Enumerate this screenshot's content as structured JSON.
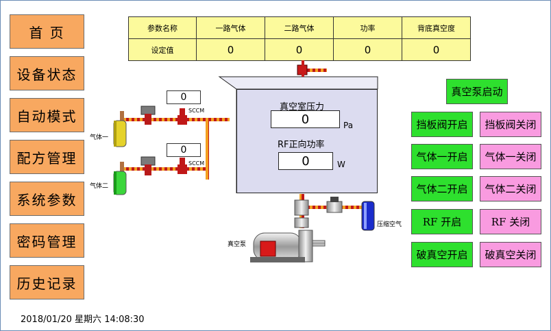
{
  "nav": {
    "items": [
      {
        "label": "首  页"
      },
      {
        "label": "设备状态"
      },
      {
        "label": "自动模式"
      },
      {
        "label": "配方管理"
      },
      {
        "label": "系统参数"
      },
      {
        "label": "密码管理"
      },
      {
        "label": "历史记录"
      }
    ]
  },
  "status": {
    "datetime": "2018/01/20 星期六 14:08:30"
  },
  "params_table": {
    "header": [
      "参数名称",
      "一路气体",
      "二路气体",
      "功率",
      "背底真空度"
    ],
    "row_label": "设定值",
    "values": [
      "0",
      "0",
      "0",
      "0"
    ]
  },
  "chamber": {
    "pressure_label": "真空室压力",
    "pressure_value": "0",
    "pressure_unit": "Pa",
    "rf_label": "RF正向功率",
    "rf_value": "0",
    "rf_unit": "W"
  },
  "gas_lines": {
    "gas1_label": "气体一",
    "gas2_label": "气体二",
    "gas1_flow": "0",
    "gas2_flow": "0",
    "flow_unit": "SCCM"
  },
  "pump": {
    "label": "真空泵",
    "air_label": "压缩空气"
  },
  "controls": {
    "pump_start": "真空泵启动",
    "rows": [
      {
        "open": "挡板阀开启",
        "close": "挡板阀关闭"
      },
      {
        "open": "气体一开启",
        "close": "气体一关闭"
      },
      {
        "open": "气体二开启",
        "close": "气体二关闭"
      },
      {
        "open": "RF  开启",
        "close": "RF  关闭"
      },
      {
        "open": "破真空开启",
        "close": "破真空关闭"
      }
    ]
  },
  "colors": {
    "nav": "#f8a860",
    "table": "#fcfa9c",
    "chamber": "#dcdcf0",
    "open_btn": "#2ee02e",
    "close_btn": "#f99be0",
    "pipe": "#f4a020"
  }
}
